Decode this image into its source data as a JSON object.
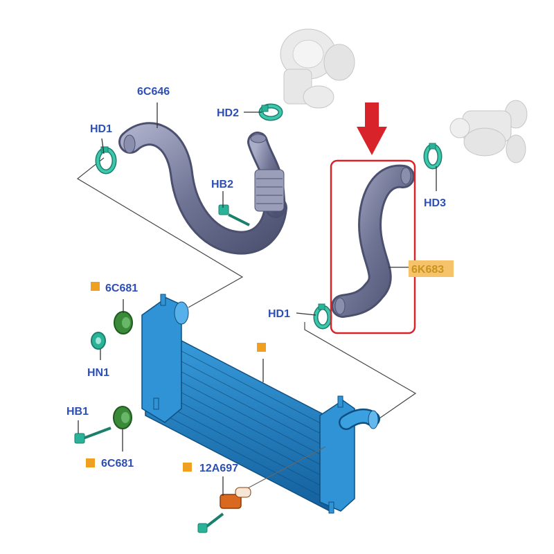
{
  "labels": {
    "hose_6c646": "6C646",
    "clamp_hd1_top": "HD1",
    "clamp_hd2": "HD2",
    "bolt_hb2": "HB2",
    "clamp_hd3": "HD3",
    "hose_6k683": "6K683",
    "clamp_hd1_right": "HD1",
    "mount_6c681_top": "6C681",
    "nut_hn1": "HN1",
    "bolt_hb1": "HB1",
    "mount_6c681_bottom": "6C681",
    "sensor_12a697": "12A697"
  },
  "colors": {
    "highlight_frame": "#d8232a",
    "arrow": "#d8232a",
    "label_text": "#2d4fb5",
    "note_square": "#f0a020",
    "highlight_label_bg": "#f6c26a",
    "intercooler": "#1e7fc0",
    "hose": "#7d82a0",
    "clamp": "#2bb39a",
    "mount": "#3a8a3a",
    "sensor": "#d8691e"
  },
  "icons": [
    "down-arrow-icon",
    "note-square-icon"
  ]
}
